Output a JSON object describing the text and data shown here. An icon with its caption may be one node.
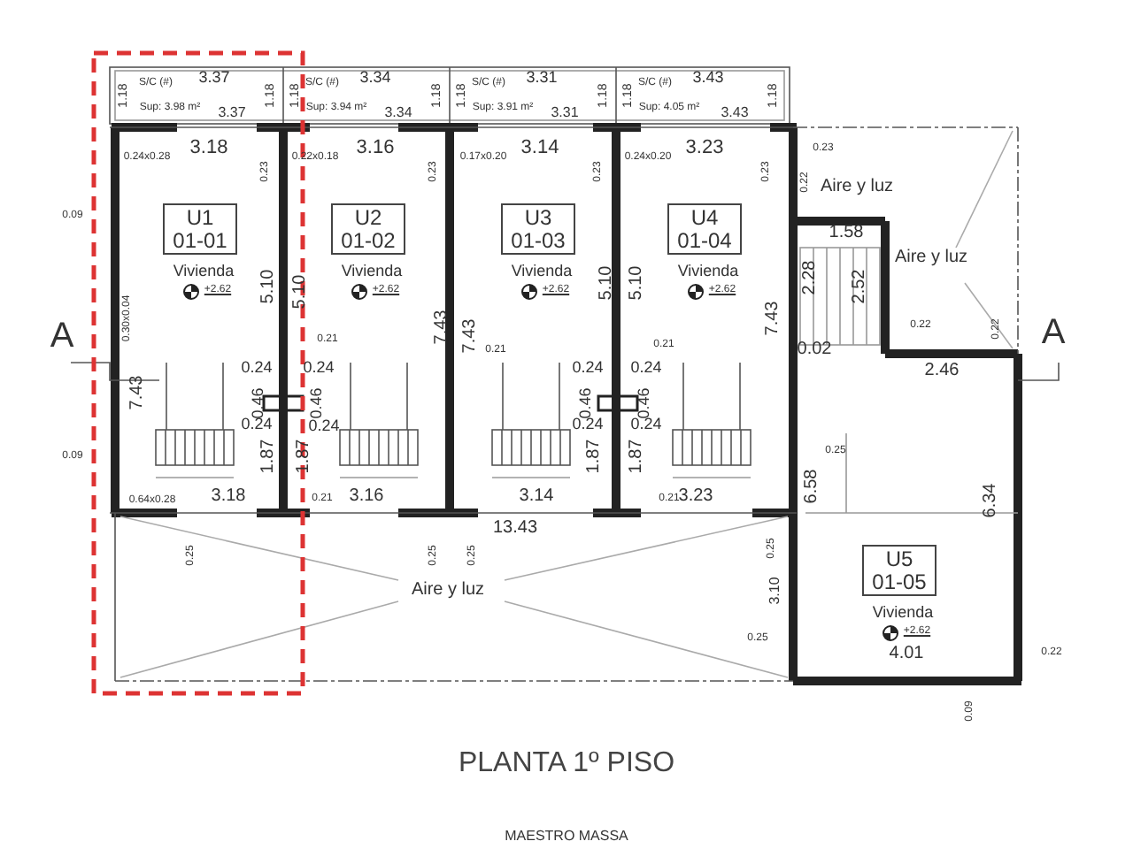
{
  "diagram": {
    "title": "PLANTA 1º PISO",
    "nodes": [
      {
        "text": [
          "U1 01-01"
        ],
        "beside": [
          "Vivienda",
          "+2.62"
        ]
      },
      {
        "text": [
          "U2 01-02"
        ],
        "beside": [
          "Vivienda",
          "+2.62"
        ]
      },
      {
        "text": [
          "U3 01-03"
        ],
        "beside": [
          "Vivienda",
          "+2.62"
        ]
      },
      {
        "text": [
          "U4 01-04"
        ],
        "beside": [
          "Vivienda",
          "+2.62"
        ]
      },
      {
        "text": [
          "U5 01-05"
        ],
        "beside": [
          "Vivienda",
          "+2.62"
        ]
      }
    ],
    "labels": [
      "1.18",
      "S/C (#)",
      "3.37",
      "Sup: 3.98 m²",
      "3.37",
      "1.18",
      "1.18",
      "S/C (#)",
      "3.34",
      "Sup: 3.94 m²",
      "3.34",
      "1.18",
      "1.18",
      "S/C (#)",
      "3.31",
      "Sup: 3.91 m²",
      "3.31",
      "1.18",
      "1.18",
      "S/C (#)",
      "3.43",
      "Sup: 4.05 m²",
      "3.43",
      "1.18",
      "0.24x0.28",
      "3.18",
      "0.23",
      "0.22x0.18",
      "3.16",
      "0.23",
      "0.17x0.20",
      "3.14",
      "0.23",
      "0.24x0.20",
      "3.23",
      "0.23",
      "0.23",
      "0.22",
      "Aire y luz",
      "1.58",
      "Aire y luz",
      "2.28",
      "2.52",
      "0.22",
      "0.02",
      "2.46",
      "0.22",
      "0.09",
      "A",
      "0.30x0.04",
      "A",
      "7.43",
      "0.09",
      "5.10",
      "5.10",
      "7.43",
      "7.43",
      "5.10",
      "5.10",
      "7.43",
      "0.21",
      "0.21",
      "0.21",
      "0.24",
      "0.24",
      "0.24",
      "0.24",
      "0.46",
      "0.46",
      "0.46",
      "0.46",
      "0.24",
      "0.24",
      "0.24",
      "0.24",
      "1.87",
      "1.87",
      "1.87",
      "1.87",
      "0.64x0.28",
      "3.18",
      "0.21",
      "3.16",
      "3.14",
      "0.21",
      "3.23",
      "13.43",
      "0.25",
      "0.25",
      "0.25",
      "0.25",
      "Aire y luz",
      "3.10",
      "0.25",
      "0.25",
      "6.58",
      "6.34",
      "4.01",
      "0.22",
      "0.09",
      "MAESTRO MASSA"
    ]
  }
}
